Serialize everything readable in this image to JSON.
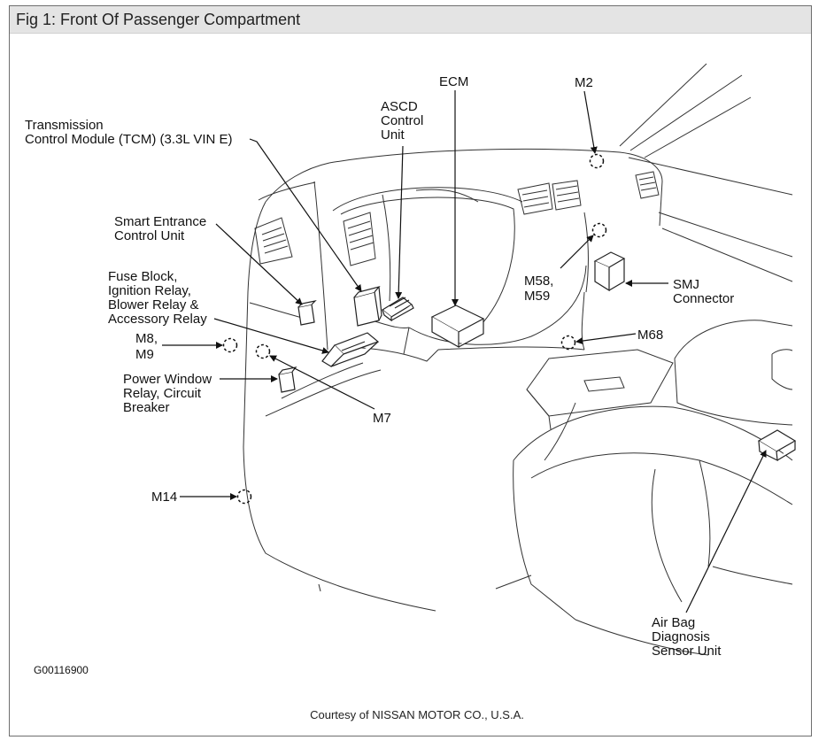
{
  "title": "Fig 1: Front Of Passenger Compartment",
  "labels": {
    "tcm": [
      "Transmission",
      "Control Module (TCM) (3.3L VIN E)"
    ],
    "ascd": [
      "ASCD",
      "Control",
      "Unit"
    ],
    "ecm": [
      "ECM"
    ],
    "m2": [
      "M2"
    ],
    "smart_entrance": [
      "Smart Entrance",
      "Control Unit"
    ],
    "fuse_block": [
      "Fuse Block,",
      "Ignition Relay,",
      "Blower Relay &",
      "Accessory Relay"
    ],
    "m8_m9": [
      "M8,",
      "M9"
    ],
    "power_window": [
      "Power Window",
      "Relay, Circuit",
      "Breaker"
    ],
    "m7": [
      "M7"
    ],
    "m58_m59": [
      "M58,",
      "M59"
    ],
    "smj": [
      "SMJ",
      "Connector"
    ],
    "m68": [
      "M68"
    ],
    "m14": [
      "M14"
    ],
    "air_bag": [
      "Air Bag",
      "Diagnosis",
      "Sensor Unit"
    ]
  },
  "figure_id": "G00116900",
  "credit": "Courtesy of NISSAN MOTOR CO., U.S.A."
}
